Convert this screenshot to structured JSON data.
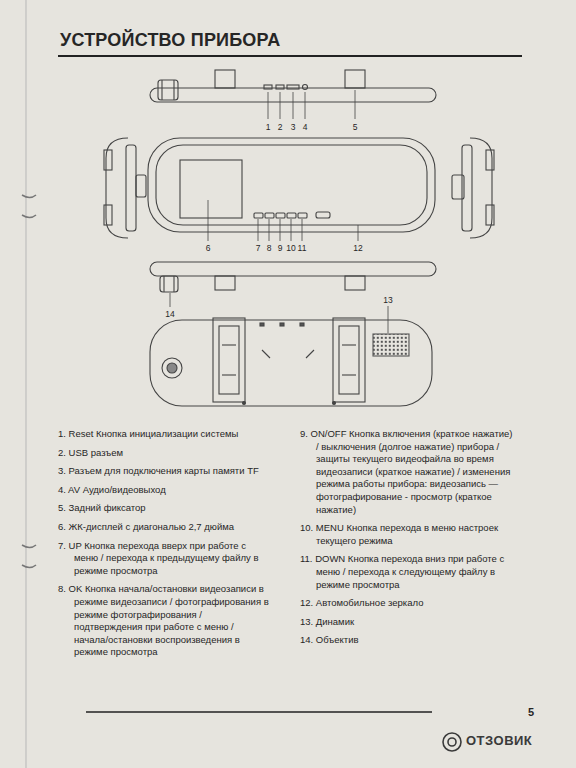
{
  "diagram": {
    "title": "УСТРОЙСТВО ПРИБОРА",
    "labels": [
      "1",
      "2",
      "3",
      "4",
      "5",
      "6",
      "7",
      "8",
      "9",
      "10",
      "11",
      "12",
      "13",
      "14",
      "1. Reset Кнопка инициализации системы",
      "2. USB разъем",
      "3. Разъем для подключения карты памяти TF",
      "4. AV Аудио/видеовыход",
      "5. Задний фиксатор",
      "6. ЖК-дисплей с диагональю 2,7 дюйма",
      "7. UP Кнопка перехода вверх при работе с меню / перехода к предыдущему файлу в режиме просмотра",
      "8. OK Кнопка начала/остановки видеозаписи в режиме видеозаписи / фотографирования в режиме фотографирования / подтверждения при работе с меню / начала/остановки воспроизведения в режиме просмотра",
      "9. ON/OFF Кнопка включения (краткое нажатие) / выключения (долгое нажатие) прибора / защиты текущего видеофайла во время видеозаписи (краткое нажатие) / изменения режима работы прибора: видеозапись — фотографирование - просмотр (краткое нажатие)",
      "10. MENU Кнопка перехода в меню настроек текущего режима",
      "11. DOWN Кнопка перехода вниз при работе с меню / перехода к следующему файлу в режиме просмотра",
      "12. Автомобильное зеркало",
      "13. Динамик",
      "14. Объектив",
      "5",
      "ОТЗОВИК"
    ]
  }
}
